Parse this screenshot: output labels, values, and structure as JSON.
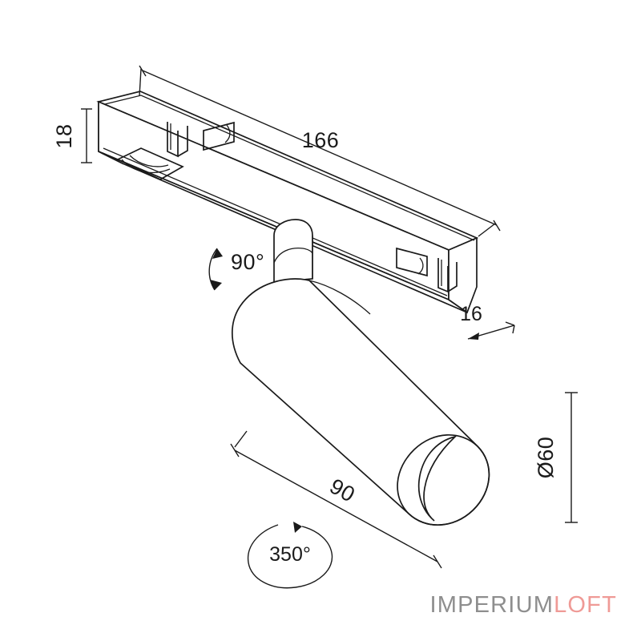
{
  "drawing": {
    "title": "Track spotlight dimensional drawing",
    "type": "technical-line-drawing",
    "view": "isometric",
    "units": "mm",
    "line_color": "#1a1a1a",
    "background_color": "#ffffff"
  },
  "dimensions": {
    "track_length": "166",
    "track_height": "18",
    "track_depth": "16",
    "spot_length": "90",
    "spot_diameter": "Ø60"
  },
  "annotations": {
    "tilt_rotation": "90°",
    "pan_rotation": "350°"
  },
  "watermark": {
    "part_a": "IMPERIUM",
    "part_b": "LOFT",
    "color_a": "#8e8e8e",
    "color_b": "#ef9a96"
  }
}
